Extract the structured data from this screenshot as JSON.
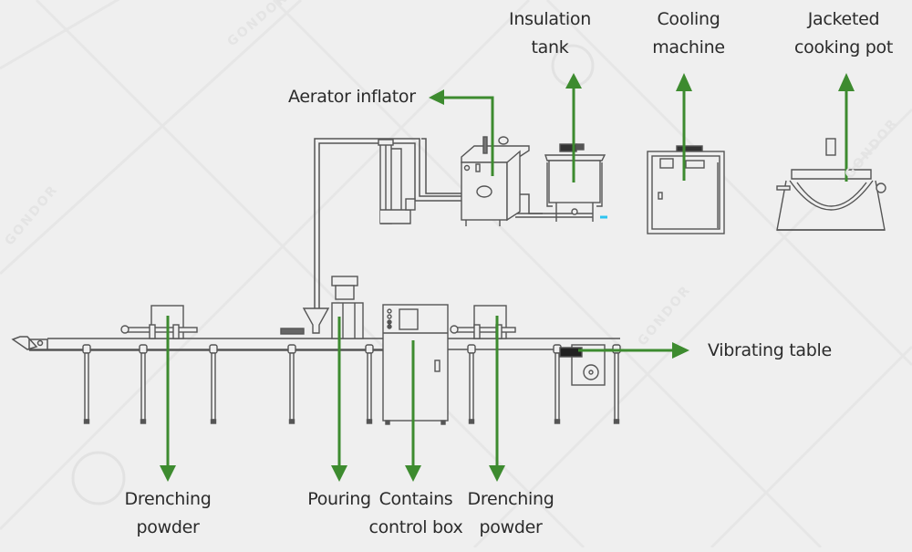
{
  "diagram": {
    "title": "Production line layout",
    "colors": {
      "background": "#efefef",
      "arrow": "#3d8b2f",
      "machine_line": "#555555",
      "accent_blue": "#2ec4f0"
    },
    "labels": {
      "insulation_tank": [
        "Insulation",
        "tank"
      ],
      "cooling_machine": [
        "Cooling",
        "machine"
      ],
      "jacketed_pot": [
        "Jacketed",
        "cooking pot"
      ],
      "aerator": "Aerator inflator",
      "vibrating_table": "Vibrating table",
      "drenching_left": [
        "Drenching",
        "powder"
      ],
      "pouring": "Pouring",
      "control_box": [
        "Contains",
        "control box"
      ],
      "drenching_right": [
        "Drenching",
        "powder"
      ]
    },
    "watermark": "GONDOR"
  }
}
